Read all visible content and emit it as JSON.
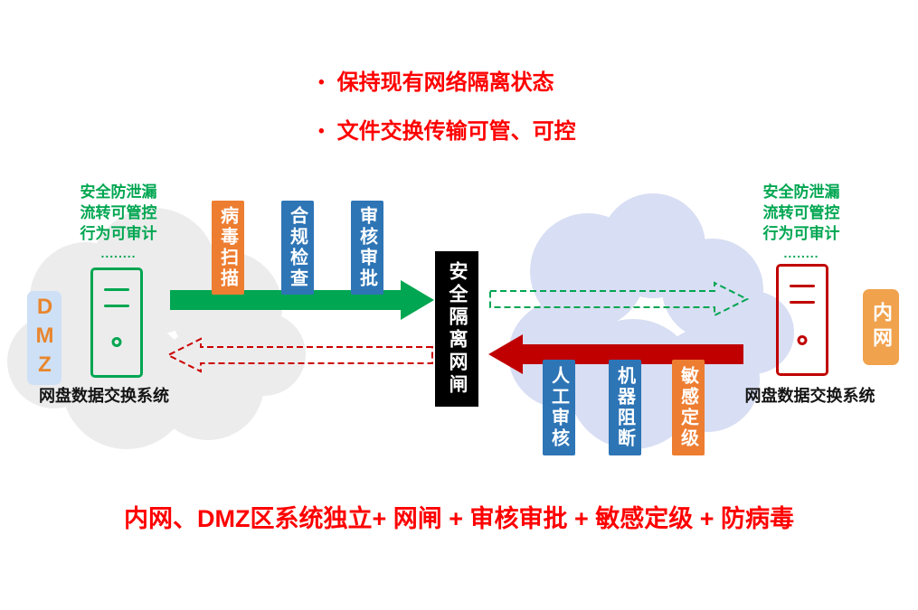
{
  "header": {
    "bullets": [
      "保持现有网络隔离状态",
      "文件交换传输可管、可控"
    ]
  },
  "left_zone": {
    "badge": "DMZ",
    "features": [
      "安全防泄漏",
      "流转可管控",
      "行为可审计",
      "........"
    ],
    "system_label": "网盘数据交换系统"
  },
  "right_zone": {
    "badge": "内网",
    "features": [
      "安全防泄漏",
      "流转可管控",
      "行为可审计",
      "........"
    ],
    "system_label": "网盘数据交换系统"
  },
  "gateway": {
    "label": "安全隔离网闸"
  },
  "outbound_controls": [
    {
      "label": "病毒扫描",
      "color": "#ED7D31"
    },
    {
      "label": "合规检查",
      "color": "#2E75B6"
    },
    {
      "label": "审核审批",
      "color": "#2E75B6"
    }
  ],
  "inbound_controls": [
    {
      "label": "人工审核",
      "color": "#2E75B6"
    },
    {
      "label": "机器阻断",
      "color": "#2E75B6"
    },
    {
      "label": "敏感定级",
      "color": "#ED7D31"
    }
  ],
  "colors": {
    "accent_red": "#FE0000",
    "arrow_green": "#00A651",
    "arrow_dark_red": "#C00000",
    "left_cloud": "#ECECEC",
    "right_cloud": "#D8DEF3",
    "dmz_badge_bg": "#CEE0F6",
    "dmz_badge_text": "#E8862D",
    "intranet_badge_bg": "#F1A24D"
  },
  "footer": {
    "summary": "内网、DMZ区系统独立+ 网闸 + 审核审批 + 敏感定级 + 防病毒"
  }
}
